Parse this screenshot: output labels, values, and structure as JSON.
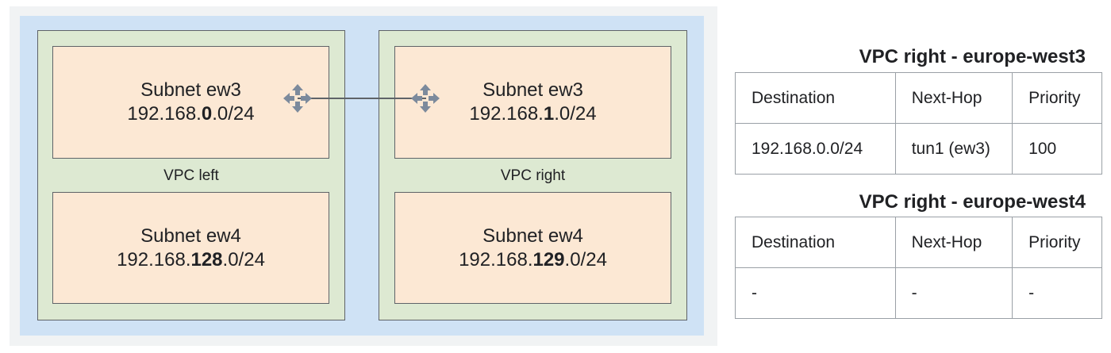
{
  "diagram": {
    "vpc_left": {
      "label": "VPC left",
      "subnet_ew3": {
        "name": "Subnet ew3",
        "ip_prefix": "192.168.",
        "ip_bold": "0",
        "ip_suffix": ".0/24"
      },
      "subnet_ew4": {
        "name": "Subnet ew4",
        "ip_prefix": "192.168.",
        "ip_bold": "128",
        "ip_suffix": ".0/24"
      }
    },
    "vpc_right": {
      "label": "VPC right",
      "subnet_ew3": {
        "name": "Subnet ew3",
        "ip_prefix": "192.168.",
        "ip_bold": "1",
        "ip_suffix": ".0/24"
      },
      "subnet_ew4": {
        "name": "Subnet ew4",
        "ip_prefix": "192.168.",
        "ip_bold": "129",
        "ip_suffix": ".0/24"
      }
    },
    "gateway_icon": "vpn-gateway-icon",
    "colors": {
      "region_bg": "#cfe2f5",
      "vpc_bg": "#dde9d2",
      "subnet_bg": "#fce8d4",
      "gateway": "#7c8a9c"
    }
  },
  "route_tables": [
    {
      "title": "VPC right - europe-west3",
      "headers": [
        "Destination",
        "Next-Hop",
        "Priority"
      ],
      "rows": [
        [
          "192.168.0.0/24",
          "tun1 (ew3)",
          "100"
        ]
      ]
    },
    {
      "title": "VPC right - europe-west4",
      "headers": [
        "Destination",
        "Next-Hop",
        "Priority"
      ],
      "rows": [
        [
          "-",
          "-",
          "-"
        ]
      ]
    }
  ]
}
